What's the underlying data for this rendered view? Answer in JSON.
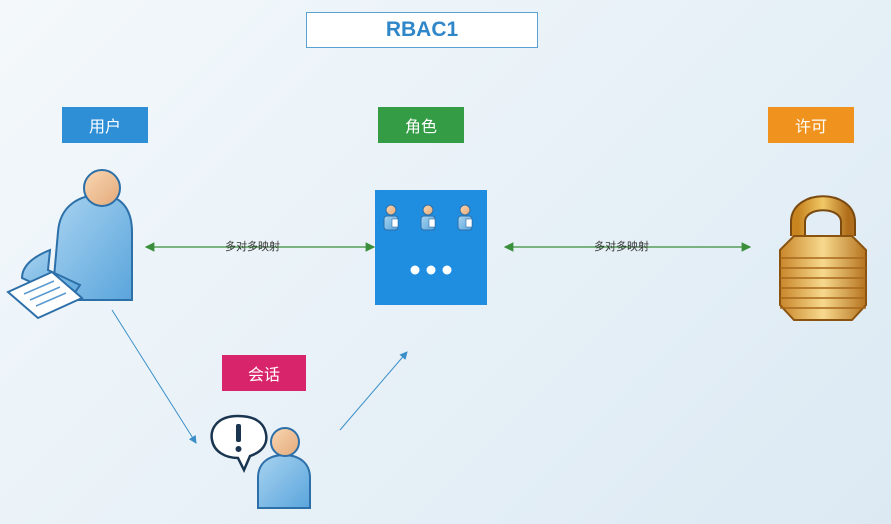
{
  "title": "RBAC1",
  "nodes": {
    "user": "用户",
    "role": "角色",
    "permission": "许可",
    "session": "会话"
  },
  "edges": {
    "user_role": "多对多映射",
    "role_permission": "多对多映射"
  },
  "colors": {
    "user": "#2e8fd6",
    "role": "#349c45",
    "permission": "#f0931e",
    "session": "#d8246b",
    "role_box": "#1f8ee0",
    "arrow_green": "#3a8f3a",
    "arrow_blue": "#3b8fc9"
  }
}
